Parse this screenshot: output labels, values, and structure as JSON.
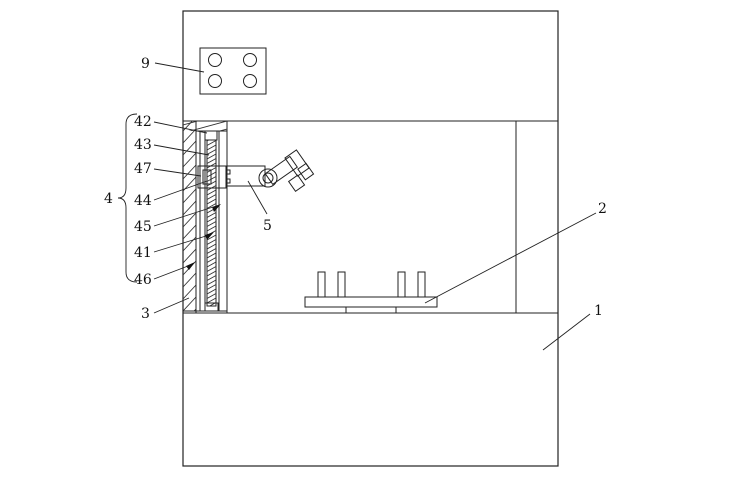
{
  "labels": {
    "n1": "1",
    "n2": "2",
    "n3": "3",
    "n4": "4",
    "n5": "5",
    "n9": "9",
    "n41": "41",
    "n42": "42",
    "n43": "43",
    "n44": "44",
    "n45": "45",
    "n46": "46",
    "n47": "47"
  },
  "colors": {
    "line": "#222222",
    "background": "#ffffff"
  }
}
